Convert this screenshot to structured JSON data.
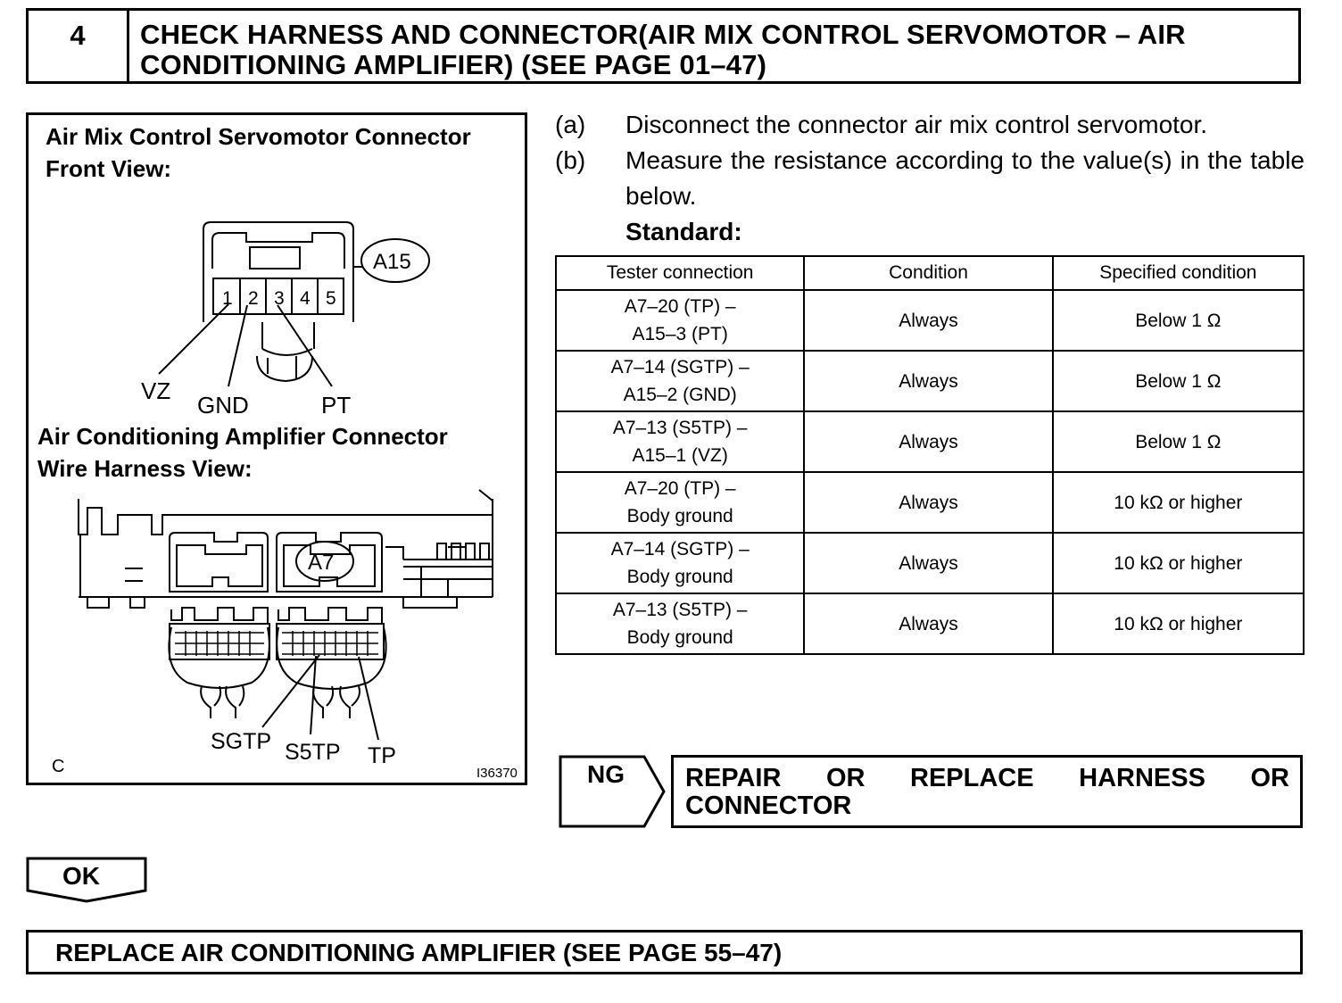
{
  "header": {
    "step_number": "4",
    "title_line1": "CHECK HARNESS AND CONNECTOR(AIR MIX CONTROL SERVOMOTOR – AIR",
    "title_line2": "CONDITIONING AMPLIFIER) (SEE PAGE 01–47)"
  },
  "figure": {
    "servo_title1": "Air Mix Control Servomotor Connector",
    "servo_title2": "Front View:",
    "servo_connector": "A15",
    "pins": [
      "1",
      "2",
      "3",
      "4",
      "5"
    ],
    "servo_wire_labels": [
      "VZ",
      "GND",
      "PT"
    ],
    "amp_title1": "Air Conditioning Amplifier Connector",
    "amp_title2": "Wire Harness View:",
    "amp_connector": "A7",
    "amp_wire_labels": [
      "SGTP",
      "S5TP",
      "TP"
    ],
    "corner_letter": "C",
    "figure_id": "I36370"
  },
  "instructions": {
    "a_letter": "(a)",
    "a_text": "Disconnect the connector air mix control servomotor.",
    "b_letter": "(b)",
    "b_text": "Measure the resistance according to the value(s) in the table below.",
    "standard": "Standard:"
  },
  "table": {
    "headers": [
      "Tester connection",
      "Condition",
      "Specified condition"
    ],
    "rows": [
      {
        "conn1": "A7–20 (TP) –",
        "conn2": "A15–3 (PT)",
        "condition": "Always",
        "spec": "Below 1 Ω"
      },
      {
        "conn1": "A7–14 (SGTP) –",
        "conn2": "A15–2 (GND)",
        "condition": "Always",
        "spec": "Below 1 Ω"
      },
      {
        "conn1": "A7–13 (S5TP) –",
        "conn2": "A15–1 (VZ)",
        "condition": "Always",
        "spec": "Below 1 Ω"
      },
      {
        "conn1": "A7–20 (TP) –",
        "conn2": "Body ground",
        "condition": "Always",
        "spec": "10 kΩ or higher"
      },
      {
        "conn1": "A7–14 (SGTP) –",
        "conn2": "Body ground",
        "condition": "Always",
        "spec": "10 kΩ or higher"
      },
      {
        "conn1": "A7–13 (S5TP) –",
        "conn2": "Body ground",
        "condition": "Always",
        "spec": "10 kΩ or higher"
      }
    ]
  },
  "ng": {
    "label": "NG",
    "action_words": [
      "REPAIR",
      "OR",
      "REPLACE",
      "HARNESS",
      "OR"
    ],
    "action_line2": "CONNECTOR"
  },
  "ok": {
    "label": "OK"
  },
  "final": {
    "text": "REPLACE AIR CONDITIONING AMPLIFIER (SEE PAGE 55–47)"
  }
}
